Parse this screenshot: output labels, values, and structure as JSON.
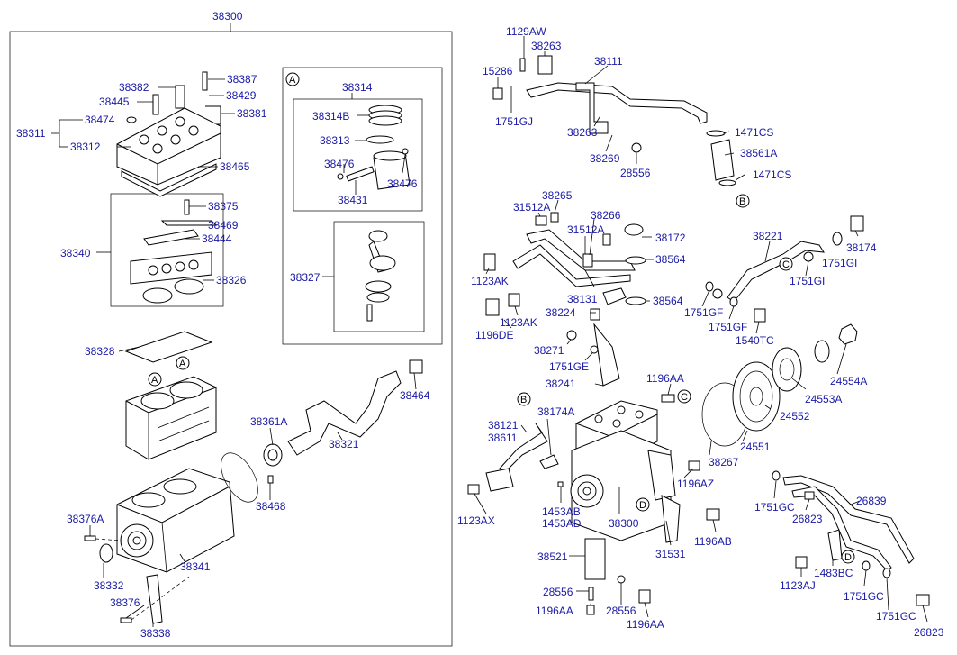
{
  "labels": {
    "l38300": "38300",
    "l38382": "38382",
    "l38387": "38387",
    "l38445": "38445",
    "l38429": "38429",
    "l38381": "38381",
    "l38474": "38474",
    "l38311": "38311",
    "l38312": "38312",
    "l38465": "38465",
    "l38375": "38375",
    "l38469": "38469",
    "l38444": "38444",
    "l38340": "38340",
    "l38326": "38326",
    "l38328": "38328",
    "l38464": "38464",
    "l38361A": "38361A",
    "l38321": "38321",
    "l38468": "38468",
    "l38376A": "38376A",
    "l38341": "38341",
    "l38332": "38332",
    "l38376": "38376",
    "l38338": "38338",
    "l38314": "38314",
    "l38314B": "38314B",
    "l38313": "38313",
    "l38476a": "38476",
    "l38476b": "38476",
    "l38431": "38431",
    "l38327": "38327",
    "l1129AW": "1129AW",
    "l38263a": "38263",
    "l15286": "15286",
    "l38111": "38111",
    "l1751GJ": "1751GJ",
    "l38263b": "38263",
    "l1471CSa": "1471CS",
    "l38269": "38269",
    "l38561A": "38561A",
    "l28556a": "28556",
    "l1471CSb": "1471CS",
    "l38265": "38265",
    "l31512Aa": "31512A",
    "l38266": "38266",
    "l31512Ab": "31512A",
    "l38172": "38172",
    "l38221": "38221",
    "l38174": "38174",
    "l1751GIa": "1751GI",
    "l1123AKa": "1123AK",
    "l38564a": "38564",
    "l1751GIb": "1751GI",
    "l38131": "38131",
    "l38564b": "38564",
    "l38224": "38224",
    "l1751GFa": "1751GF",
    "l1123AKb": "1123AK",
    "l1751GFb": "1751GF",
    "l1196DE": "1196DE",
    "l1540TC": "1540TC",
    "l38271": "38271",
    "l1751GE": "1751GE",
    "l1196AAa": "1196AA",
    "l24554A": "24554A",
    "l38241": "38241",
    "l24553A": "24553A",
    "l24552": "24552",
    "l38121": "38121",
    "l38174A": "38174A",
    "l38611": "38611",
    "l24551": "24551",
    "l38267": "38267",
    "l1196AZ": "1196AZ",
    "l1751GC": "1751GC",
    "l26839": "26839",
    "l1123AX": "1123AX",
    "l1453AB": "1453AB",
    "l1453AD": "1453AD",
    "l38300b": "38300",
    "l26823a": "26823",
    "l31531": "31531",
    "l1196AB": "1196AB",
    "l38521": "38521",
    "l1483BC": "1483BC",
    "l1123AJ": "1123AJ",
    "l28556b": "28556",
    "l1751GCb": "1751GC",
    "l1196AAb": "1196AA",
    "l28556c": "28556",
    "l1196AAc": "1196AA",
    "l1751GCc": "1751GC",
    "l26823b": "26823"
  },
  "callouts": {
    "A1": "A",
    "A2": "A",
    "A3": "A",
    "B1": "B",
    "B2": "B",
    "C1": "C",
    "C2": "C",
    "D1": "D",
    "D2": "D"
  }
}
